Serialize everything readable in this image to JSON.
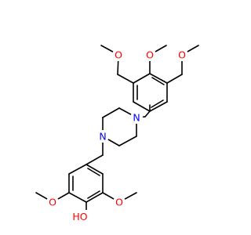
{
  "molecule": {
    "atoms": {
      "o_top": "O",
      "o_left_top": "O",
      "o_right_top": "O",
      "n_upper": "N",
      "n_lower": "N",
      "o_left_bottom": "O",
      "o_right_bottom": "O",
      "hydroxyl": "HO"
    },
    "colors": {
      "bond": "#000000",
      "oxygen": "#ff0000",
      "nitrogen": "#0000ff",
      "hydroxyl_h": "#000000"
    }
  }
}
